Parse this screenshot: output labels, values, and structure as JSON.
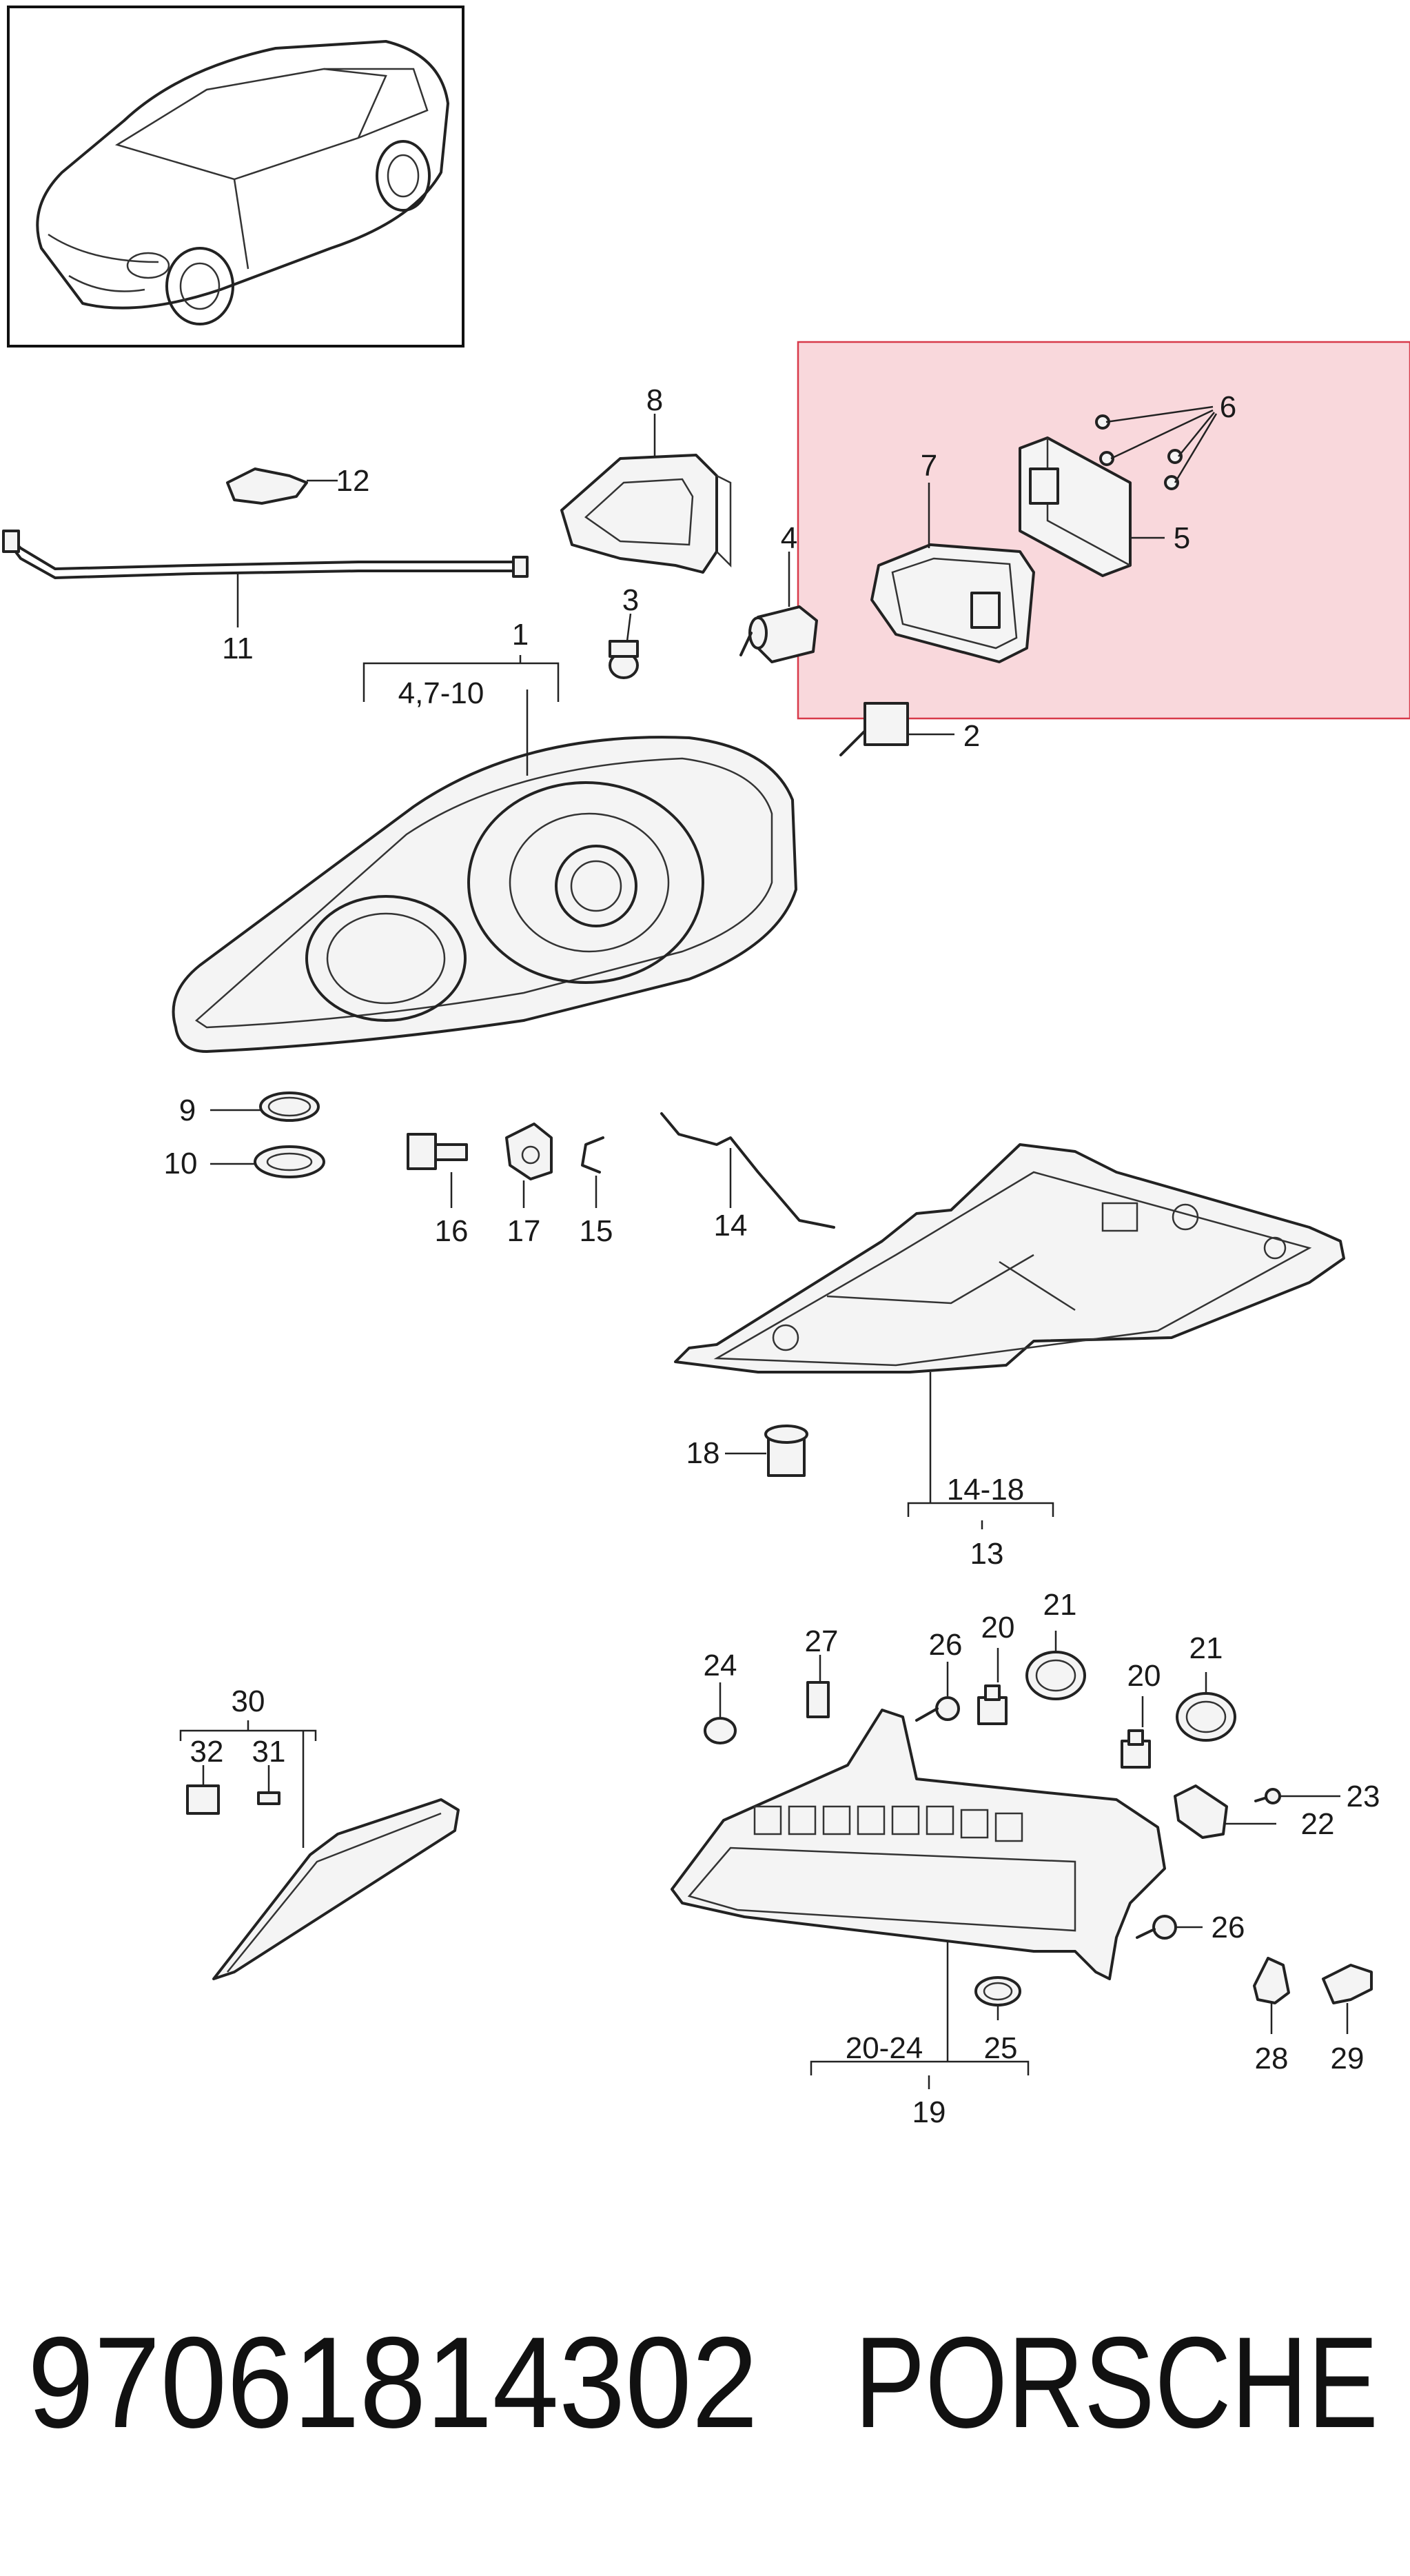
{
  "footer": {
    "part_number": "97061814302",
    "brand": "PORSCHE"
  },
  "highlight": {
    "color": "#f9d8dc",
    "border_color": "#d83a4a"
  },
  "callouts": {
    "c1": "1",
    "c2": "2",
    "c3": "3",
    "c4": "4",
    "c5": "5",
    "c6": "6",
    "c7": "7",
    "c8": "8",
    "c9": "9",
    "c10": "10",
    "c11": "11",
    "c12": "12",
    "c13": "13",
    "c14": "14",
    "c15": "15",
    "c16": "16",
    "c17": "17",
    "c18": "18",
    "c19": "19",
    "c20a": "20",
    "c20b": "20",
    "c21a": "21",
    "c21b": "21",
    "c22": "22",
    "c23": "23",
    "c24": "24",
    "c25": "25",
    "c26a": "26",
    "c26b": "26",
    "c27": "27",
    "c28": "28",
    "c29": "29",
    "c30": "30",
    "c31": "31",
    "c32": "32"
  },
  "groups": {
    "g1": "4,7-10",
    "g13": "14-18",
    "g19": "20-24"
  }
}
